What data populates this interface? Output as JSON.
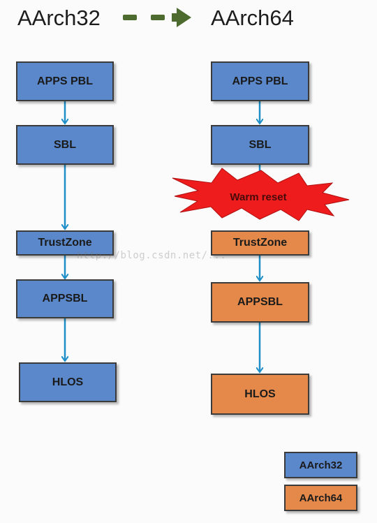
{
  "header": {
    "left_title": "AArch32",
    "right_title": "AArch64"
  },
  "left_column": [
    "APPS PBL",
    "SBL",
    "TrustZone",
    "APPSBL",
    "HLOS"
  ],
  "right_column": [
    "APPS PBL",
    "SBL",
    "TrustZone",
    "APPSBL",
    "HLOS"
  ],
  "warm_reset_label": "Warm reset",
  "legend": {
    "aarch32": "AArch32",
    "aarch64": "AArch64"
  },
  "watermark": "http://blog.csdn.net/...",
  "colors": {
    "aarch32_blue": "#5a88cb",
    "aarch64_orange": "#e4894a",
    "arrow_blue": "#1e8fc8",
    "header_arrow_green": "#4e6b2f",
    "burst_red": "#ee1c1c"
  }
}
